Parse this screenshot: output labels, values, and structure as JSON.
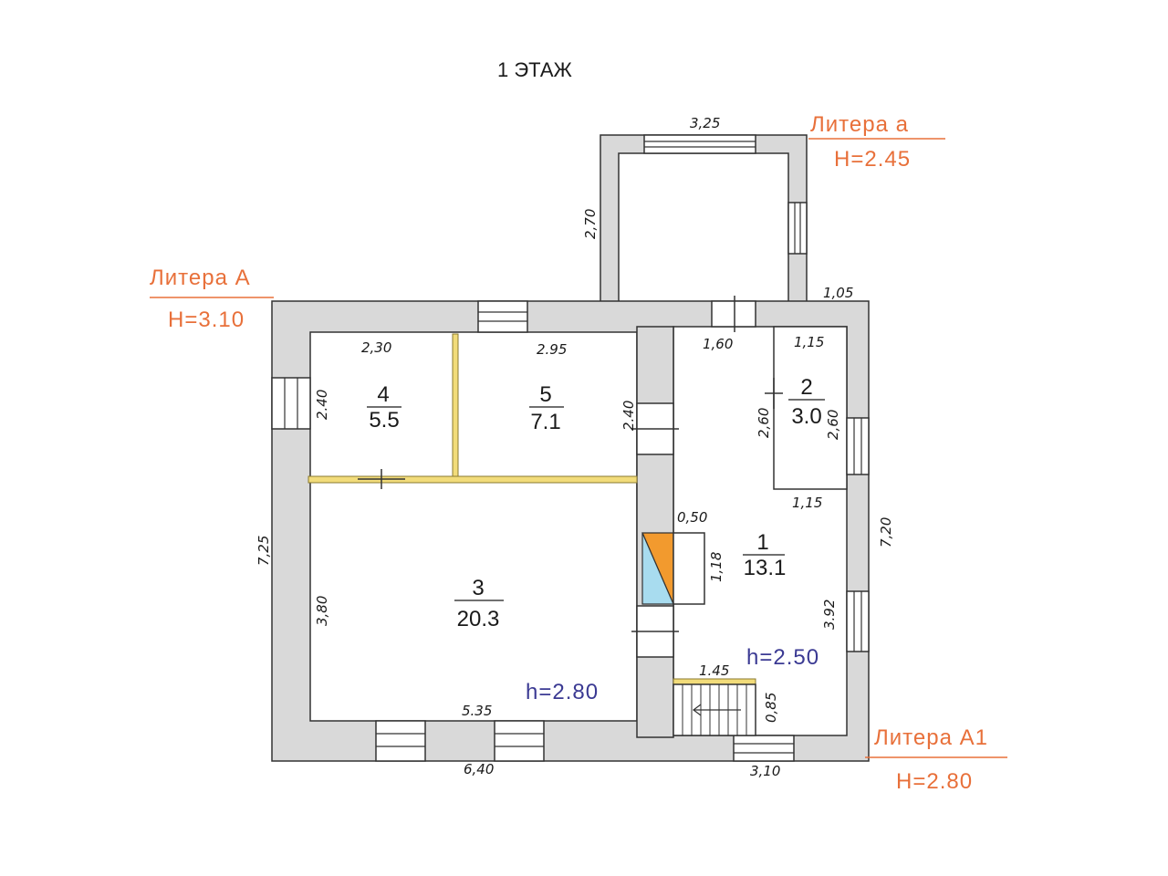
{
  "title": "1  ЭТАЖ",
  "liters": [
    {
      "name": "Литера  а",
      "height": "H=2.45"
    },
    {
      "name": "Литера  А",
      "height": "H=3.10"
    },
    {
      "name": "Литера  А1",
      "height": "H=2.80"
    }
  ],
  "rooms": [
    {
      "number": "1",
      "area": "13.1"
    },
    {
      "number": "2",
      "area": "3.0"
    },
    {
      "number": "3",
      "area": "20.3"
    },
    {
      "number": "4",
      "area": "5.5"
    },
    {
      "number": "5",
      "area": "7.1"
    }
  ],
  "ceiling_heights": {
    "room3": "h=2.80",
    "room1": "h=2.50"
  },
  "dimensions": {
    "porch_width": "3,25",
    "porch_depth": "2,70",
    "porch_offset": "1,05",
    "main_length": "7,25",
    "main_width": "6,40",
    "room4_width": "2,30",
    "room4_depth": "2.40",
    "room5_width": "2.95",
    "room5_depth": "2.40",
    "room3_depth": "3,80",
    "room3_width": "5.35",
    "room1_top": "1,60",
    "room2_width_top": "1,15",
    "room2_depth_left": "2,60",
    "room2_depth_right": "2,60",
    "room2_width_bottom": "1,15",
    "stove_width": "0,50",
    "stove_depth": "1,18",
    "wing_length": "7,20",
    "wing_lower": "3.92",
    "stair_width": "1.45",
    "stair_depth": "0,85",
    "wing_width": "3,10"
  },
  "colors": {
    "literal": "#e8703a",
    "height": "#3b3a93",
    "partition": "#f2dc7a",
    "wall": "#d9d9d9"
  }
}
